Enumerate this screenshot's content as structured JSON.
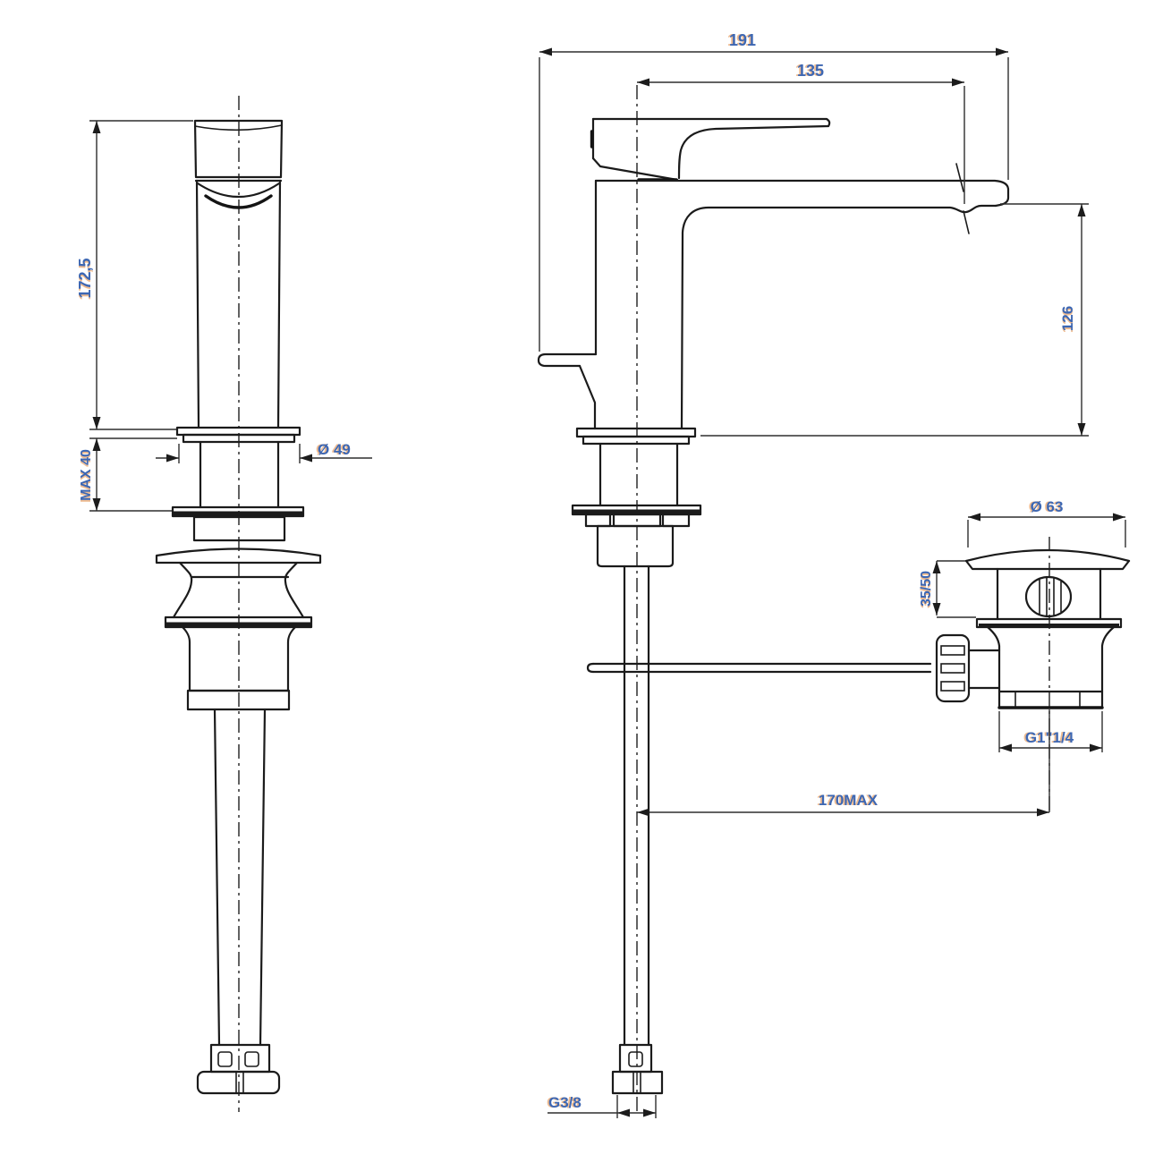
{
  "drawing": {
    "kind": "basin-mixer-technical-drawing",
    "background": "#ffffff",
    "line_color": "#1b1b1b",
    "dimension_text_color": "#3d67b3"
  },
  "dimensions": {
    "total_reach": "191",
    "spout_projection": "135",
    "spout_outlet_height": "126",
    "body_height": "172,5",
    "max_deck_thickness": "MAX 40",
    "base_diameter": "Ø 49",
    "waste_cap_diameter": "Ø 63",
    "waste_height_range": "35/50",
    "waste_thread": "G1\"1/4",
    "rod_max_offset": "170MAX",
    "supply_hose_thread": "G3/8"
  }
}
